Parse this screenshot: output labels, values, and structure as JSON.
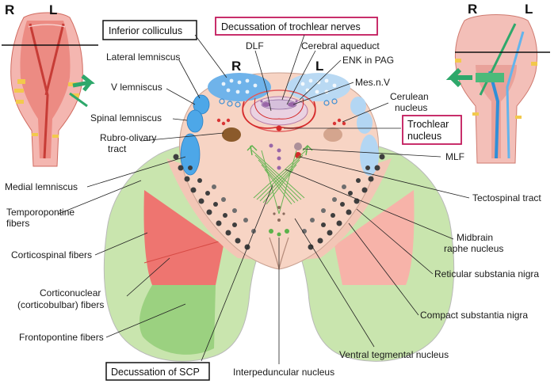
{
  "side_letters": {
    "left_inset_r": "R",
    "left_inset_l": "L",
    "right_inset_r": "R",
    "right_inset_l": "L",
    "section_r": "R",
    "section_l": "L"
  },
  "boxed_labels": {
    "inferior_colliculus": "Inferior colliculus",
    "decussation_trochlear": "Decussation of trochlear nerves",
    "trochlear_nucleus_1": "Trochlear",
    "trochlear_nucleus_2": "nucleus",
    "decussation_scp": "Decussation of SCP"
  },
  "labels": {
    "lateral_lemniscus": "Lateral lemniscus",
    "v_lemniscus": "V  lemniscus",
    "spinal_lemniscus": "Spinal lemniscus",
    "rubro_olivary_1": "Rubro-olivary",
    "rubro_olivary_2": "tract",
    "medial_lemniscus": "Medial lemniscus",
    "temporopontine_1": "Temporopontine",
    "temporopontine_2": "fibers",
    "corticospinal": "Corticospinal fibers",
    "corticonuclear_1": "Corticonuclear",
    "corticonuclear_2": "(corticobulbar) fibers",
    "frontopontine": "Frontopontine fibers",
    "dlf": "DLF",
    "cerebral_aqueduct": "Cerebral aqueduct",
    "enk_pag": "ENK in PAG",
    "mes_n_v": "Mes.n.V",
    "cerulean_1": "Cerulean",
    "cerulean_2": "nucleus",
    "mlf": "MLF",
    "tectospinal": "Tectospinal tract",
    "midbrain_raphe_1": "Midbrain",
    "midbrain_raphe_2": "raphe nucleus",
    "reticular_sn": "Reticular substania nigra",
    "compact_sn": "Compact substantia nigra",
    "ventral_tegmental": "Ventral tegmental nucleus",
    "interpeduncular": "Interpeduncular nucleus"
  },
  "colors": {
    "tegmentum": "#f6d3c2",
    "peduncle_green": "#b9dc9a",
    "peduncle_red": "#ec6f6a",
    "lemniscus_blue": "#4da7e8",
    "highlight_box": "#c2185b",
    "fiber_green": "#5ab24a"
  }
}
